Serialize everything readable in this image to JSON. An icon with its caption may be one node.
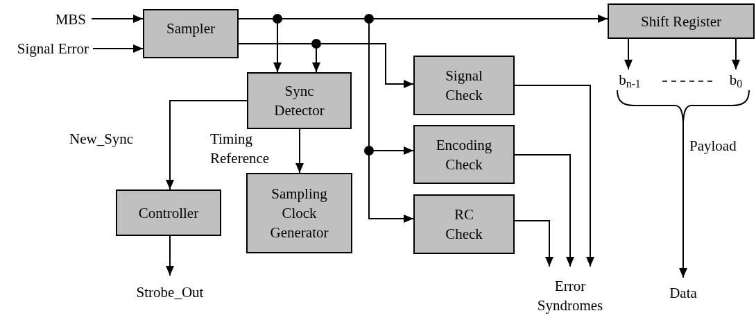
{
  "diagram": {
    "nodes": [
      {
        "text": [
          "MBS"
        ]
      },
      {
        "text": [
          "Signal Error"
        ]
      },
      {
        "text": [
          "Sampler"
        ]
      },
      {
        "text": [
          "Shift Register"
        ]
      },
      {
        "text": [
          "Sync Detector"
        ]
      },
      {
        "text": [
          "Signal Check"
        ]
      },
      {
        "text": [
          "b$_{n-1}$"
        ]
      },
      {
        "text": [
          "b$_{0}$"
        ]
      },
      {
        "text": [],
        "shape": "brace"
      },
      {
        "text": [
          "Encoding Check"
        ]
      },
      {
        "text": [
          "Controller"
        ]
      },
      {
        "text": [
          "Sampling Clock Generator"
        ]
      },
      {
        "text": [
          "RC Check"
        ]
      },
      {
        "text": [
          "Strobe_Out"
        ]
      },
      {
        "text": [
          "Error Syndromes"
        ]
      },
      {
        "text": [
          "Data"
        ]
      }
    ],
    "edges": [
      {
        "from": 0,
        "to": 2,
        "arrow": "to"
      },
      {
        "from": 1,
        "to": 2,
        "arrow": "to"
      },
      {
        "from": 2,
        "to": 3,
        "arrow": "to"
      },
      {
        "from": 2,
        "to": 4,
        "arrow": "to"
      },
      {
        "from": 2,
        "to": 4,
        "arrow": "to"
      },
      {
        "from": 2,
        "to": 5,
        "arrow": "to"
      },
      {
        "from": 2,
        "to": 9,
        "arrow": "to"
      },
      {
        "from": 2,
        "to": 12,
        "arrow": "to"
      },
      {
        "from": 4,
        "to": 10,
        "arrow": "to",
        "label": "New_Sync"
      },
      {
        "from": 4,
        "to": 11,
        "arrow": "to",
        "label": "Timing Reference"
      },
      {
        "from": 10,
        "to": 13,
        "arrow": "to"
      },
      {
        "from": 5,
        "to": 14,
        "arrow": "to"
      },
      {
        "from": 9,
        "to": 14,
        "arrow": "to"
      },
      {
        "from": 12,
        "to": 14,
        "arrow": "to"
      },
      {
        "from": 3,
        "to": 6,
        "arrow": "to"
      },
      {
        "from": 3,
        "to": 7,
        "arrow": "to"
      },
      {
        "from": 8,
        "to": 15,
        "arrow": "to",
        "label": "Payload"
      }
    ]
  }
}
